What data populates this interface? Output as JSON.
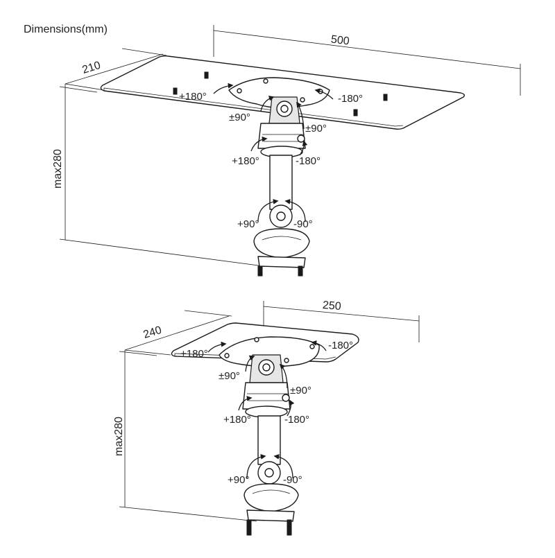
{
  "title": "Dimensions(mm)",
  "top_mount": {
    "width": "500",
    "depth": "210",
    "height": "max280",
    "plate_left": "+180°",
    "plate_right": "-180°",
    "tilt_left": "±90°",
    "tilt_right": "±90°",
    "swivel_left": "+180°",
    "swivel_right": "-180°",
    "clamp_left": "+90°",
    "clamp_right": "-90°"
  },
  "bottom_mount": {
    "width": "250",
    "depth": "240",
    "height": "max280",
    "plate_left": "+180°",
    "plate_right": "-180°",
    "tilt_left": "±90°",
    "tilt_right": "±90°",
    "swivel_left": "+180°",
    "swivel_right": "-180°",
    "clamp_left": "+90°",
    "clamp_right": "-90°"
  }
}
